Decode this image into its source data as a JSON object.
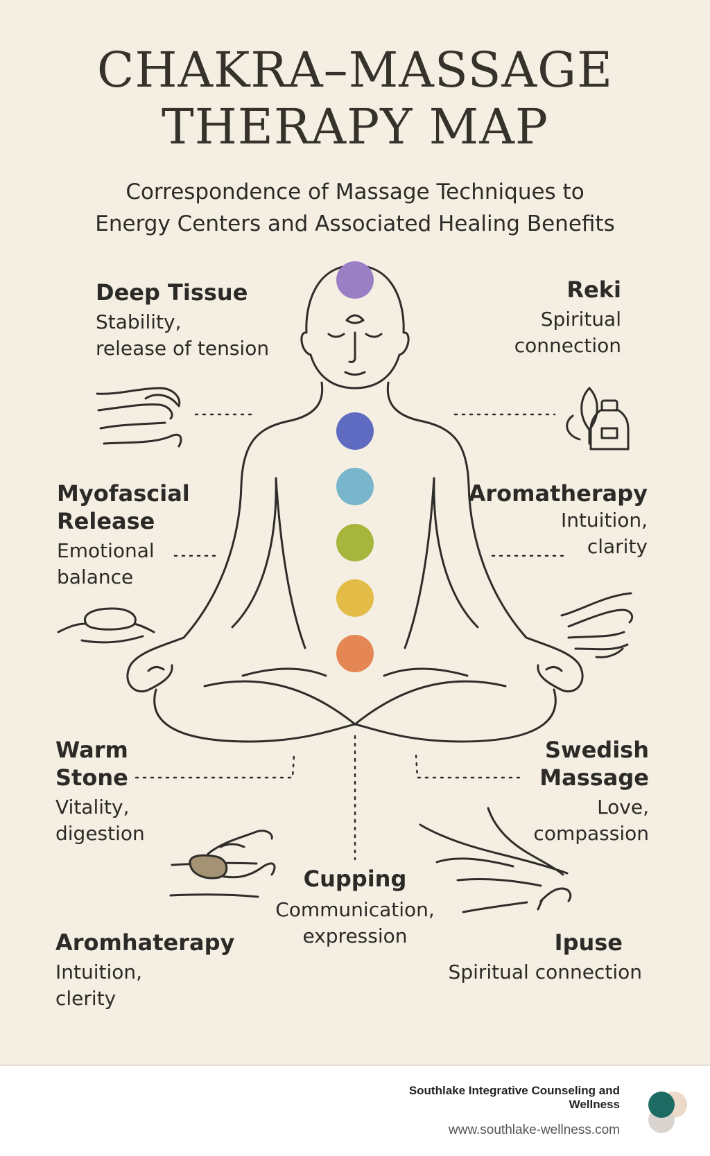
{
  "title": {
    "line1": "CHAKRA–MASSAGE",
    "line2": "THERAPY MAP"
  },
  "subtitle": {
    "line1": "Correspondence of Massage Techniques to",
    "line2": "Energy Centers and Associated Healing Benefits"
  },
  "techniques": {
    "deep_tissue": {
      "name": "Deep Tissue",
      "benefit1": "Stability,",
      "benefit2": "release of tension"
    },
    "reki": {
      "name": "Reki",
      "benefit1": "Spiritual",
      "benefit2": "connection"
    },
    "myofascial": {
      "name1": "Myofascial",
      "name2": "Release",
      "benefit1": "Emotional",
      "benefit2": "balance"
    },
    "aromatherapy": {
      "name": "Aromatherapy",
      "benefit1": "Intuition,",
      "benefit2": "clarity"
    },
    "warm_stone": {
      "name1": "Warm",
      "name2": "Stone",
      "benefit1": "Vitality,",
      "benefit2": "digestion"
    },
    "swedish": {
      "name1": "Swedish",
      "name2": "Massage",
      "benefit1": "Love,",
      "benefit2": "compassion"
    },
    "cupping": {
      "name": "Cupping",
      "benefit1": "Communication,",
      "benefit2": "expression"
    },
    "aromhaterapy": {
      "name": "Aromhaterapy",
      "benefit1": "Intuition,",
      "benefit2": "clerity"
    },
    "ipuse": {
      "name": "Ipuse",
      "benefit1": "Spiritual connection"
    }
  },
  "chakra_colors": [
    "#9b7fc4",
    "#5f6bc0",
    "#79b6cc",
    "#a6b53c",
    "#e3bb47",
    "#e58655"
  ],
  "footer": {
    "org_line1": "Southlake Integrative Counseling and",
    "org_line2": "Wellness",
    "url": "www.southlake-wellness.com"
  },
  "icons": [
    "hands-icon",
    "herb-oil-bottle-icon",
    "stone-icon",
    "hand-massage-icon",
    "hot-stone-hand-icon",
    "swedish-hands-icon"
  ]
}
